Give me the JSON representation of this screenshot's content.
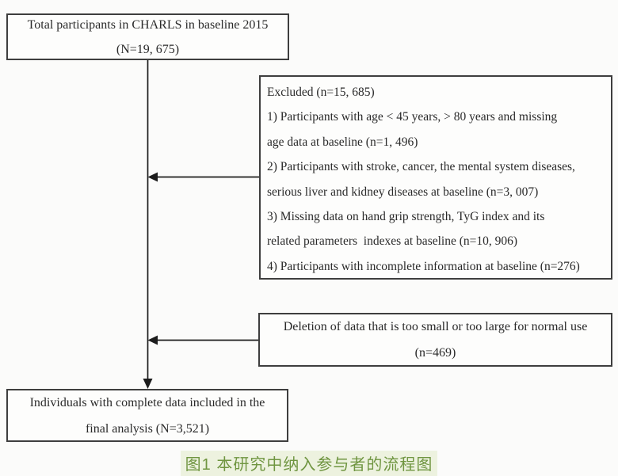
{
  "figure": {
    "boxes": {
      "total": {
        "lines": [
          "Total participants in CHARLS in baseline 2015",
          "(N=19, 675)"
        ]
      },
      "excluded": {
        "lines": [
          "Excluded (n=15, 685)",
          "1) Participants with age < 45 years, > 80 years and missing",
          "age data at baseline (n=1, 496)",
          "2) Participants with stroke, cancer, the mental system diseases,",
          "serious liver and kidney diseases at baseline (n=3, 007)",
          "3) Missing data on hand grip strength, TyG index and its",
          "related parameters  indexes at baseline (n=10, 906)",
          "4) Participants with incomplete information at baseline (n=276)"
        ]
      },
      "deletion": {
        "lines": [
          "Deletion of data that is too small or too large for normal use",
          "(n=469)"
        ]
      },
      "final": {
        "lines": [
          "Individuals with complete data included in the",
          "final analysis (N=3,521)"
        ]
      }
    },
    "caption": {
      "text": "图1 本研究中纳入参与者的流程图",
      "color": "#6f9540",
      "background": "#edf2df"
    },
    "colors": {
      "line": "#1c1c1c",
      "box_border": "#3e3e3e",
      "text": "#2a2a2a"
    }
  }
}
